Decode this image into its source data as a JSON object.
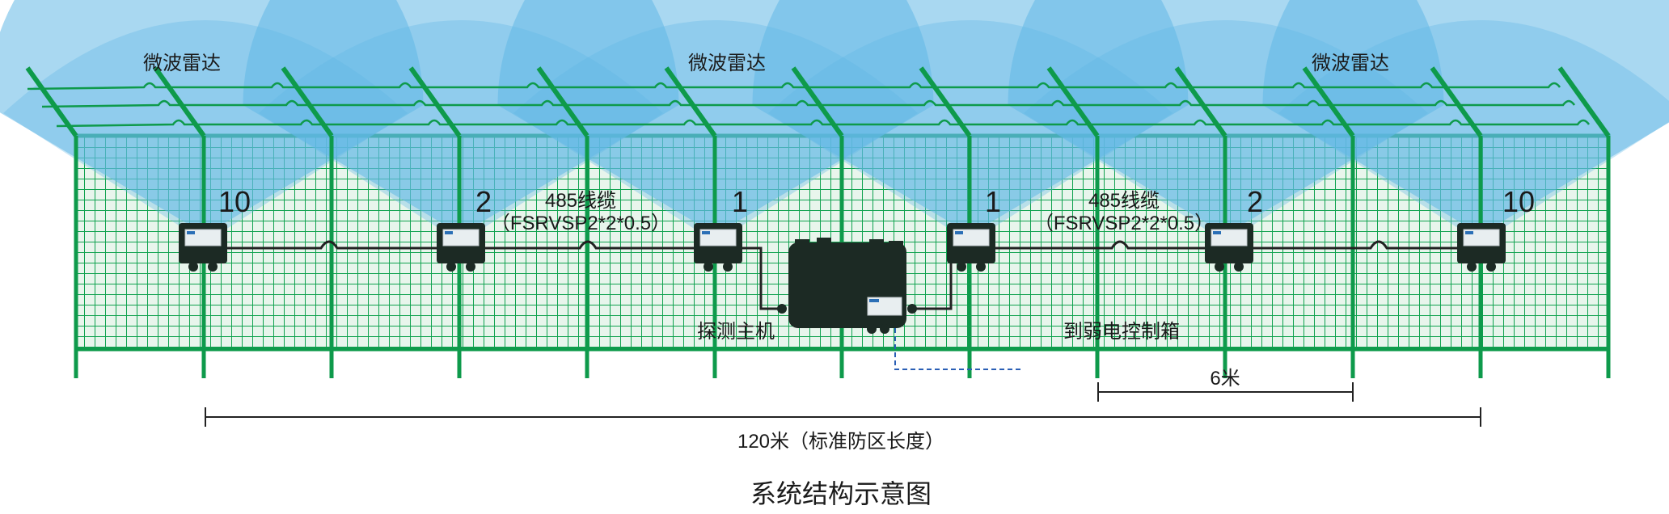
{
  "radar_labels": [
    "微波雷达",
    "微波雷达",
    "微波雷达"
  ],
  "sensors": [
    {
      "number": "10"
    },
    {
      "number": "2"
    },
    {
      "number": "1"
    },
    {
      "number": "1"
    },
    {
      "number": "2"
    },
    {
      "number": "10"
    }
  ],
  "cables": [
    {
      "line1": "485线缆",
      "line2": "（FSRVSP2*2*0.5）"
    },
    {
      "line1": "485线缆",
      "line2": "（FSRVSP2*2*0.5）"
    }
  ],
  "host_label": "探测主机",
  "control_box_label": "到弱电控制箱",
  "post_spacing_label": "6米",
  "zone_length_label": "120米（标准防区长度）",
  "diagram_title": "系统结构示意图",
  "colors": {
    "fence_green": "#0e9a4b",
    "radar_blue": "#62b8e6",
    "device_dark": "#1c2a24"
  }
}
